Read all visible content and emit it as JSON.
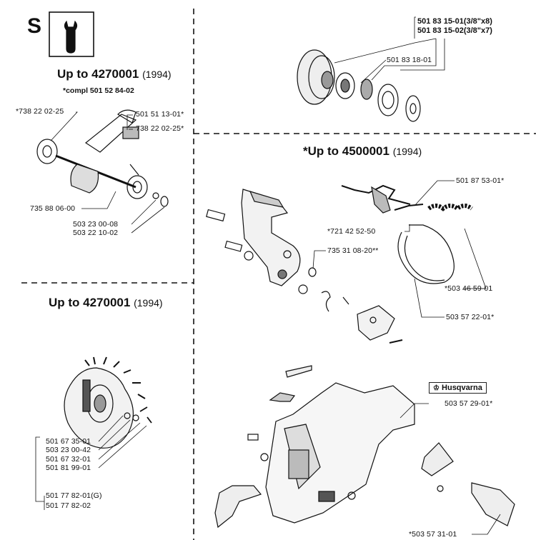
{
  "section_letter": "S",
  "icons": {
    "tool": "wrench-icon"
  },
  "top_left": {
    "title": "Up to 4270001",
    "year": "(1994)",
    "sub": "*compl 501 52 84-02",
    "labels": [
      "*738 22 02-25",
      "501 51 13-01*",
      "738 22 02-25*",
      "735 88 06-00",
      "503 23 00-08",
      "503 22 10-02"
    ]
  },
  "top_right": {
    "labels": [
      "501 83 15-01(3/8\"x8)",
      "501 83 15-02(3/8\"x7)",
      "501 83 18-01"
    ]
  },
  "mid_right": {
    "title": "*Up to 4500001",
    "year": "(1994)",
    "labels": [
      "501 87 53-01*",
      "*721 42 52-50",
      "735 31 08-20**",
      "*503 46 59-01",
      "503 57 22-01*"
    ]
  },
  "bottom_left": {
    "title": "Up to 4270001",
    "year": "(1994)",
    "labels": [
      "501 67 35-01",
      "503 23 00-42",
      "501 67 32-01",
      "501 81 99-01",
      "501 77 82-01(G)",
      "501 77 82-02"
    ]
  },
  "bottom_right": {
    "brand": "Husqvarna",
    "labels": [
      "503 57 29-01*",
      "*503 57 31-01"
    ]
  }
}
